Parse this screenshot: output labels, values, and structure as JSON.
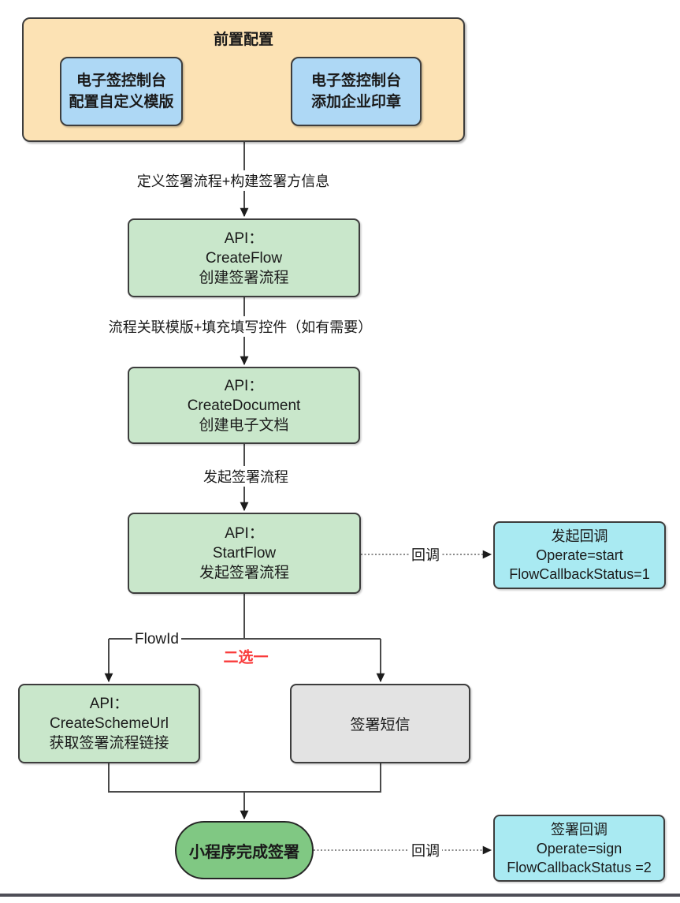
{
  "pre_config": {
    "title": "前置配置",
    "configure_template": {
      "line1": "电子签控制台",
      "line2": "配置自定义模版"
    },
    "add_seal": {
      "line1": "电子签控制台",
      "line2": "添加企业印章"
    }
  },
  "edge_labels": {
    "define_flow": "定义签署流程+构建签署方信息",
    "associate_template": "流程关联模版+填充填写控件（如有需要）",
    "start_flow": "发起签署流程",
    "callback_start": "回调",
    "flow_id": "FlowId",
    "choose_one": "二选一",
    "callback_sign": "回调"
  },
  "nodes": {
    "create_flow": {
      "line1": "API：",
      "line2": "CreateFlow",
      "line3": "创建签署流程"
    },
    "create_document": {
      "line1": "API：",
      "line2": "CreateDocument",
      "line3": "创建电子文档"
    },
    "start_flow": {
      "line1": "API：",
      "line2": "StartFlow",
      "line3": "发起签署流程"
    },
    "create_scheme_url": {
      "line1": "API：",
      "line2": "CreateSchemeUrl",
      "line3": "获取签署流程链接"
    },
    "sign_sms": "签署短信",
    "mini_program_sign": "小程序完成签署"
  },
  "callbacks": {
    "start": {
      "line1": "发起回调",
      "line2": "Operate=start",
      "line3": "FlowCallbackStatus=1"
    },
    "sign": {
      "line1": "签署回调",
      "line2": "Operate=sign",
      "line3": "FlowCallbackStatus =2"
    }
  },
  "colors": {
    "pre_config_fill": "#FCE2B4",
    "console_fill": "#AED8F5",
    "api_fill": "#C9E7CB",
    "callback_fill": "#A9EAF2",
    "sms_fill": "#E3E3E3",
    "terminal_fill": "#80C883",
    "choice_red": "#F93B3B",
    "wire": "#4a4a4a"
  }
}
